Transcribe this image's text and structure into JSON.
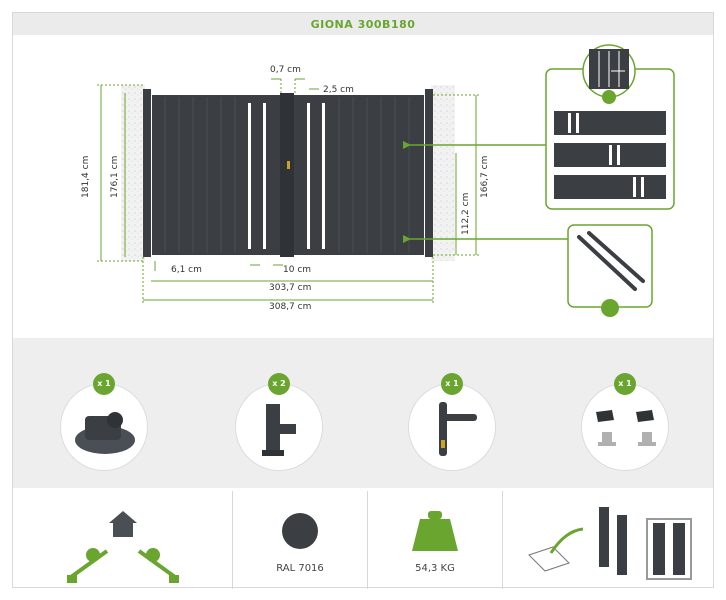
{
  "title": "GIONA 300B180",
  "dimensions": {
    "gap_top": "0,7 cm",
    "post_gap": "2,5 cm",
    "height_outer": "181,4 cm",
    "height_inner": "176,1 cm",
    "height_right": "166,7 cm",
    "height_mid": "112,2 cm",
    "bottom_gap": "6,1 cm",
    "mid_bottom": "10 cm",
    "width_inner": "303,7 cm",
    "width_outer": "308,7 cm"
  },
  "accessories": [
    {
      "qty": "x 1",
      "icon": "motor-arm-base-icon"
    },
    {
      "qty": "x 2",
      "icon": "hinge-bracket-icon"
    },
    {
      "qty": "x 1",
      "icon": "door-handle-icon"
    },
    {
      "qty": "x 1",
      "icon": "gate-stops-icon"
    }
  ],
  "specs": {
    "color_name": "RAL 7016",
    "color_hex": "#3b3f44",
    "weight": "54,3 KG"
  },
  "colors": {
    "accent": "#6aa52f",
    "gate": "#3b3f44",
    "band": "#eeeeee"
  }
}
